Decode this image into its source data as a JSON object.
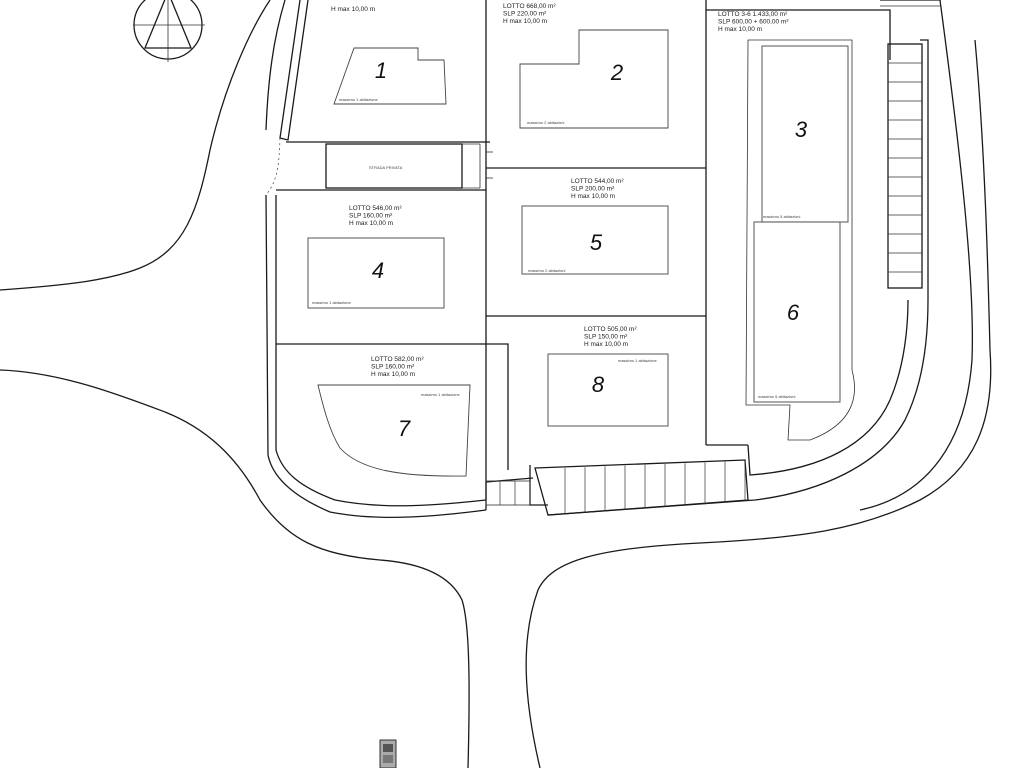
{
  "plan": {
    "street_label": "STRADA PRIVATA",
    "lots": [
      {
        "number": "1",
        "line1": "",
        "line2": "",
        "line3": "H max 10,00 m",
        "note": "massimo 1 abitazione"
      },
      {
        "number": "2",
        "line1": "LOTTO 668,00 m²",
        "line2": "SLP 220,00 m²",
        "line3": "H max 10,00 m",
        "note": "massimo 2 abitazioni"
      },
      {
        "number": "3",
        "line1": "LOTTO 3-6  1.433,00 m²",
        "line2": "SLP 600,00 + 600,00 m²",
        "line3": "H max 10,00 m",
        "note": "massimo 5 abitazioni"
      },
      {
        "number": "4",
        "line1": "LOTTO 546,00 m²",
        "line2": "SLP 160,00 m²",
        "line3": "H max 10,00 m",
        "note": "massimo 1 abitazione"
      },
      {
        "number": "5",
        "line1": "LOTTO 544,00 m²",
        "line2": "SLP 200,00 m²",
        "line3": "H max 10,00 m",
        "note": "massimo 2 abitazioni"
      },
      {
        "number": "6",
        "line1": "",
        "line2": "",
        "line3": "",
        "note": "massimo 5 abitazioni"
      },
      {
        "number": "7",
        "line1": "LOTTO 582,00 m²",
        "line2": "SLP 160,00 m²",
        "line3": "H max 10,00 m",
        "note": "massimo 1 abitazione"
      },
      {
        "number": "8",
        "line1": "LOTTO 505,00 m²",
        "line2": "SLP 150,00 m²",
        "line3": "H max 10,00 m",
        "note": "massimo 1 abitazione"
      }
    ]
  }
}
